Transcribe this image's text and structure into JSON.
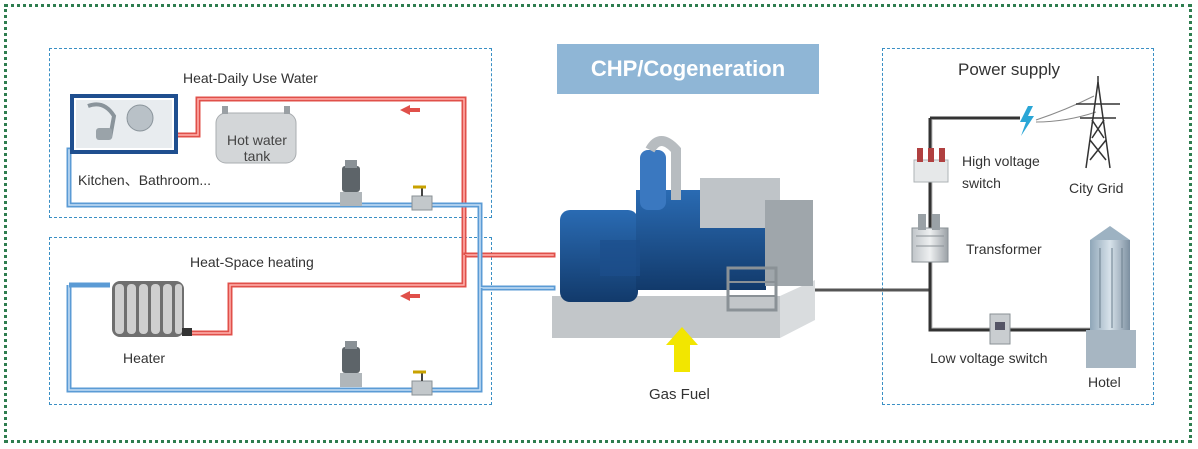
{
  "title": "CHP/Cogeneration",
  "panels": {
    "hot_water": {
      "title": "Heat-Daily Use Water",
      "tank_label": "Hot water tank",
      "tank_line1": "Hot water",
      "tank_line2": "tank",
      "fixture_label": "Kitchen、Bathroom..."
    },
    "space_heating": {
      "title": "Heat-Space heating",
      "heater_label": "Heater"
    },
    "power_supply": {
      "title": "Power supply",
      "high_voltage_line1": "High voltage",
      "high_voltage_line2": "switch",
      "transformer": "Transformer",
      "low_voltage": "Low voltage switch",
      "city_grid": "City Grid",
      "hotel": "Hotel"
    }
  },
  "fuel": {
    "label": "Gas Fuel"
  },
  "colors": {
    "hot_pipe": "#e0504a",
    "cold_pipe": "#5b9bd5",
    "frame": "#2e7d4f",
    "panel_border": "#3a8fc4",
    "title_bg": "#8fb6d6",
    "fuel_arrow": "#f2e600",
    "engine": "#1d4f8c"
  }
}
